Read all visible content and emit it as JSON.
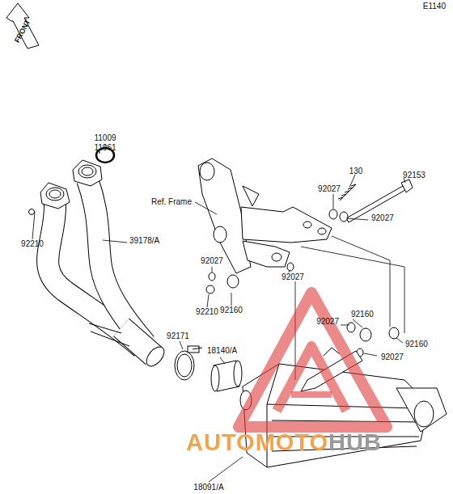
{
  "diagram": {
    "labels": [
      "E1140",
      "FRONT",
      "11009",
      "11061",
      "92210",
      "39178/A",
      "92153",
      "130",
      "92027",
      "92027",
      "Ref. Frame",
      "92027",
      "92027",
      "92160",
      "92210",
      "92171",
      "18140/A",
      "92160",
      "92027",
      "92160",
      "92027",
      "18091/A",
      "AUTOMOTOHUB"
    ]
  }
}
